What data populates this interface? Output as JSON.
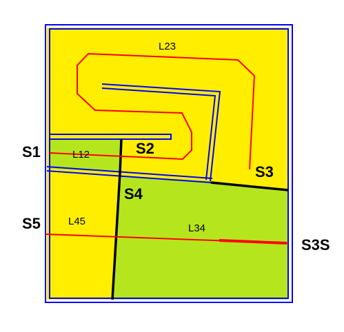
{
  "colors": {
    "background": "#ffffff",
    "region_yellow": "#ffee00",
    "region_green": "#b5e61d",
    "wall_blue": "#0000ff",
    "boundary_black": "#000000",
    "line_red": "#ff0000"
  },
  "diagram": {
    "regions": [
      {
        "id": "yellow-region",
        "color": "yellow"
      },
      {
        "id": "green-region-l12",
        "color": "green"
      },
      {
        "id": "green-region-l34",
        "color": "green"
      }
    ],
    "boundary_labels": {
      "s1": "S1",
      "s2": "S2",
      "s3": "S3",
      "s4": "S4",
      "s5": "S5",
      "s3s": "S3S"
    },
    "link_labels": {
      "l12": "L12",
      "l23": "L23",
      "l34": "L34",
      "l45": "L45"
    }
  }
}
